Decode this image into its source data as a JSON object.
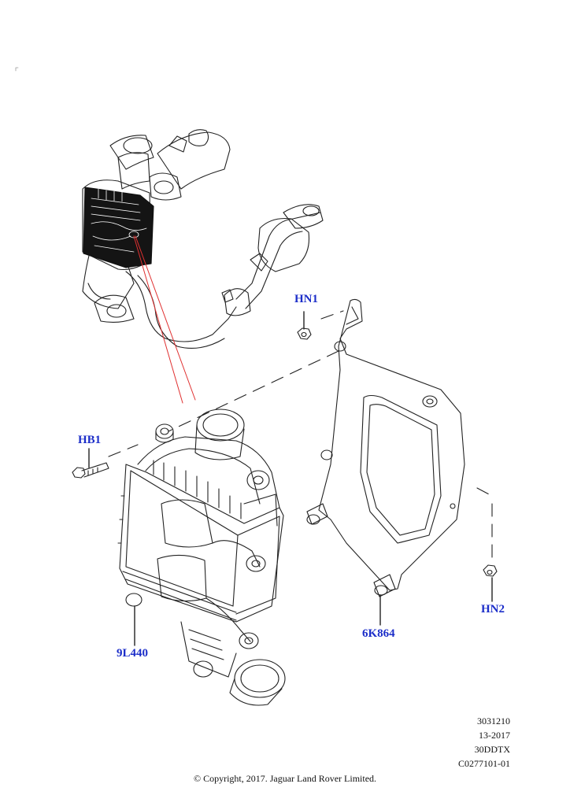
{
  "callouts": {
    "hn1": "HN1",
    "hb1": "HB1",
    "hn2": "HN2",
    "part_9l440": "9L440",
    "part_6k864": "6K864"
  },
  "reference": {
    "line1": "3031210",
    "line2": "13-2017",
    "line3": "30DDTX",
    "line4": "C0277101-01"
  },
  "copyright": "© Copyright, 2017. Jaguar Land Rover Limited.",
  "colors": {
    "callout": "#1c2ec9",
    "leader_red": "#e03030",
    "line": "#222222"
  }
}
